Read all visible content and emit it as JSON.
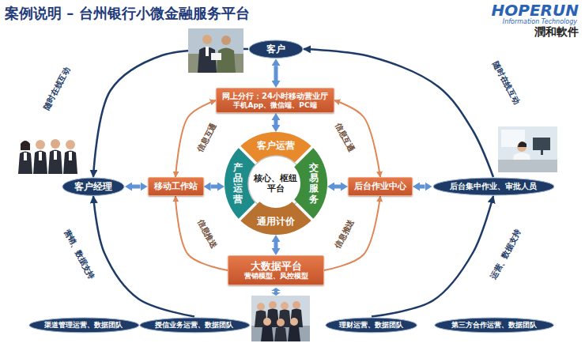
{
  "diagram": {
    "title": "案例说明 – 台州银行小微金融服务平台",
    "nodes": [
      {
        "text": [
          "客户"
        ]
      },
      {
        "text": [
          "网上分行：24小时移动营业厅",
          "手机App、微信端、PC端"
        ]
      },
      {
        "text": [
          "客户经理"
        ]
      },
      {
        "text": [
          "移动工作站"
        ]
      },
      {
        "text": [
          "客户运营"
        ]
      },
      {
        "text": [
          "产品运营"
        ]
      },
      {
        "text": [
          "核心、枢纽平台"
        ]
      },
      {
        "text": [
          "交易服务"
        ]
      },
      {
        "text": [
          "通用计价"
        ]
      },
      {
        "text": [
          "后台作业中心"
        ]
      },
      {
        "text": [
          "后台集中作业、审批人员"
        ]
      },
      {
        "text": [
          "大数据平台",
          "营销模型、风控模型"
        ]
      },
      {
        "text": [
          "渠道管理运营、数据团队"
        ]
      },
      {
        "text": [
          "授信业务运营、数据团队"
        ]
      },
      {
        "text": [
          "理财运营、数据团队"
        ]
      },
      {
        "text": [
          "第三方合作运营、数据团队"
        ]
      }
    ],
    "edges": [
      {
        "from": 0,
        "to": 1,
        "arrow": "both"
      },
      {
        "from": 1,
        "to": 4,
        "arrow": "both"
      },
      {
        "from": 2,
        "to": 3,
        "arrow": "both"
      },
      {
        "from": 3,
        "to": 5,
        "arrow": "both"
      },
      {
        "from": 7,
        "to": 9,
        "arrow": "both"
      },
      {
        "from": 9,
        "to": 10,
        "arrow": "both"
      },
      {
        "from": 8,
        "to": 11,
        "arrow": "both"
      },
      {
        "from": 1,
        "to": 3,
        "label": "信息互通",
        "arrow": "both"
      },
      {
        "from": 1,
        "to": 9,
        "label": "信息互通",
        "arrow": "both"
      },
      {
        "from": 11,
        "to": 3,
        "label": "信息推送",
        "arrow": "to"
      },
      {
        "from": 11,
        "to": 9,
        "label": "信息推送",
        "arrow": "to"
      },
      {
        "from": 0,
        "to": 2,
        "label": "随时在线互动",
        "arrow": "to"
      },
      {
        "from": 10,
        "to": 0,
        "label": "随时在线互动",
        "arrow": "to"
      },
      {
        "from": 13,
        "to": 2,
        "label": "营销、数据支持",
        "arrow": "to"
      },
      {
        "from": 14,
        "to": 10,
        "label": "运营、数据支持",
        "arrow": "to"
      }
    ],
    "labels": [
      "HOPERUN",
      "Information Technology",
      "潤和軟件"
    ]
  }
}
